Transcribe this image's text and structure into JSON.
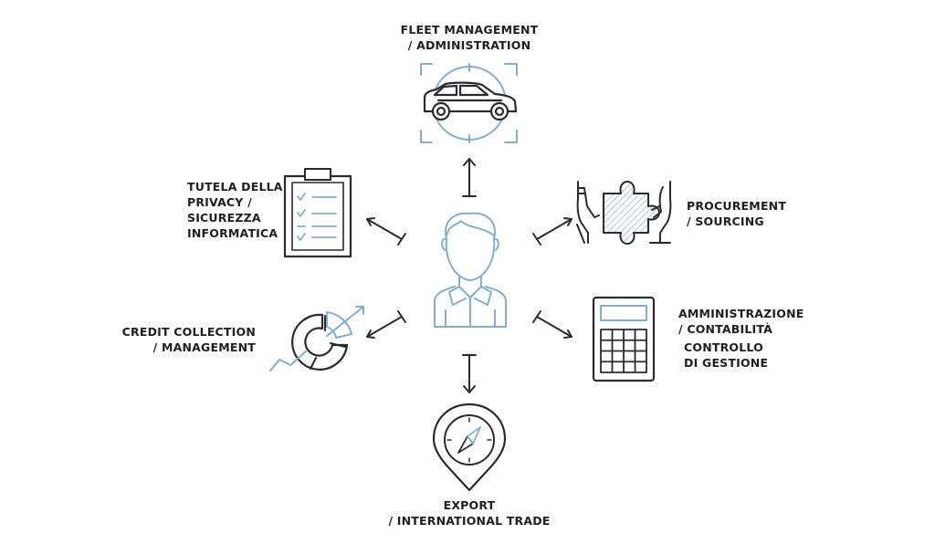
{
  "colors": {
    "dark": "#2a2b2e",
    "accent": "#7fb0d3",
    "hatch": "#a9c9e2"
  },
  "center_icon": "person-icon",
  "nodes": {
    "fleet": {
      "icon": "car-icon",
      "lines": [
        "FLEET MANAGEMENT",
        "/ ADMINISTRATION"
      ]
    },
    "procurement": {
      "icon": "puzzle-hands-icon",
      "lines": [
        "PROCUREMENT",
        "/ SOURCING"
      ]
    },
    "amministrazione": {
      "icon": "calculator-icon",
      "lines": [
        "AMMINISTRAZIONE",
        "/ CONTABILITÀ"
      ],
      "lines2": [
        "CONTROLLO",
        "DI GESTIONE"
      ]
    },
    "export": {
      "icon": "compass-pin-icon",
      "lines": [
        "EXPORT",
        "/ INTERNATIONAL TRADE"
      ]
    },
    "credit": {
      "icon": "chart-growth-icon",
      "lines": [
        "CREDIT COLLECTION",
        "/ MANAGEMENT"
      ]
    },
    "privacy": {
      "icon": "clipboard-icon",
      "lines": [
        "TUTELA DELLA",
        "PRIVACY /",
        "SICUREZZA",
        "INFORMATICA"
      ]
    }
  }
}
